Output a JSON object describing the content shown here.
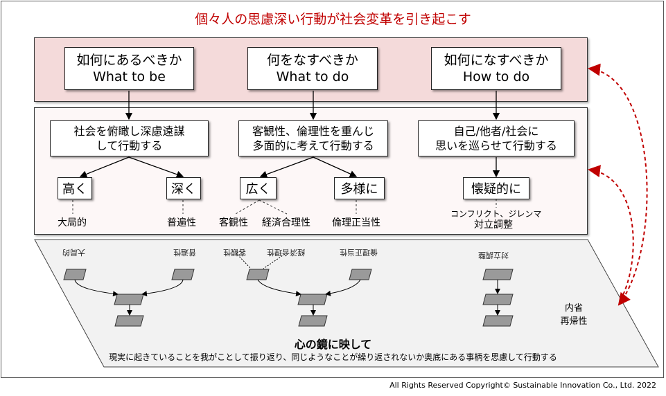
{
  "title": "個々人の思慮深い行動が社会変革を引き起こす",
  "top_boxes": [
    {
      "line1": "如何にあるべきか",
      "line2": "What to be"
    },
    {
      "line1": "何をなすべきか",
      "line2": "What to do"
    },
    {
      "line1": "如何になすべきか",
      "line2": "How to do"
    }
  ],
  "mid_boxes": [
    {
      "line1": "社会を俯瞰し深慮遠謀",
      "line2": "して行動する"
    },
    {
      "line1": "客観性、倫理性を重んじ",
      "line2": "多面的に考えて行動する"
    },
    {
      "line1": "自己/他者/社会に",
      "line2": "思いを巡らせて行動する"
    }
  ],
  "small_boxes": [
    "高く",
    "深く",
    "広く",
    "多様に",
    "懐疑的に"
  ],
  "bottom_labels": {
    "a": "大局的",
    "b": "普遍性",
    "c": "客観性",
    "d": "経済合理性",
    "e": "倫理正当性",
    "f_line1": "コンフリクト、ジレンマ",
    "f_line2": "対立調整"
  },
  "mirror": {
    "side_line1": "内省",
    "side_line2": "再帰性",
    "heading": "心の鏡に映して",
    "description": "現実に起きていることを我がことして振り返り、同じようなことが繰り返されないか奥底にある事柄を思慮して行動する"
  },
  "copyright": "All Rights Reserved Copyright© Sustainable Innovation Co., Ltd.  2022",
  "colors": {
    "title": "#c00000",
    "top_band": "#f4dada",
    "arrow_dashed": "#c00000"
  }
}
